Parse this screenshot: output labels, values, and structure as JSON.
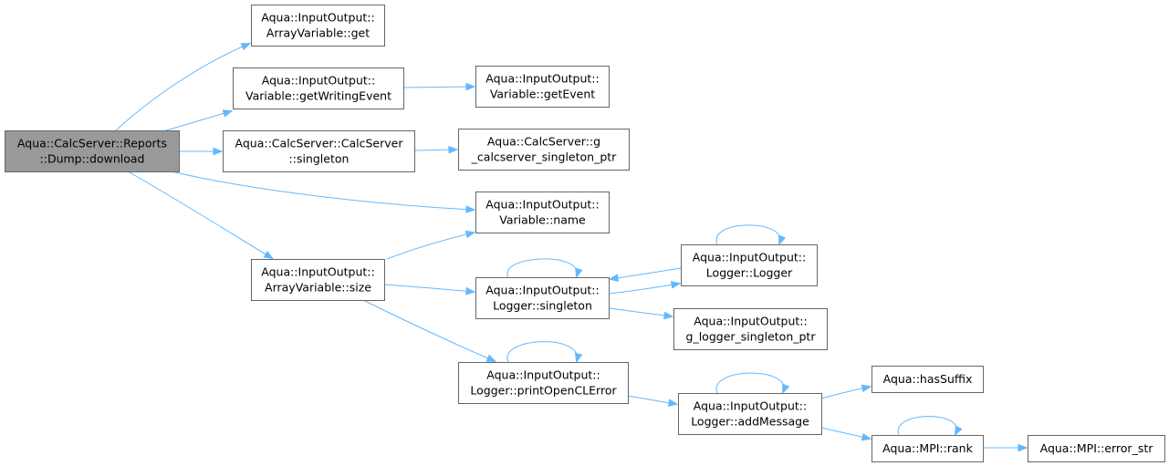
{
  "nodes": [
    {
      "id": "root",
      "lines": [
        "Aqua::CalcServer::Reports",
        "::Dump::download"
      ],
      "root": true
    },
    {
      "id": "av_get",
      "lines": [
        "Aqua::InputOutput::",
        "ArrayVariable::get"
      ]
    },
    {
      "id": "v_getwriting",
      "lines": [
        "Aqua::InputOutput::",
        "Variable::getWritingEvent"
      ]
    },
    {
      "id": "v_getevent",
      "lines": [
        "Aqua::InputOutput::",
        "Variable::getEvent"
      ]
    },
    {
      "id": "cs_singleton",
      "lines": [
        "Aqua::CalcServer::CalcServer",
        "::singleton"
      ]
    },
    {
      "id": "cs_ptr",
      "lines": [
        "Aqua::CalcServer::g",
        "_calcserver_singleton_ptr"
      ]
    },
    {
      "id": "v_name",
      "lines": [
        "Aqua::InputOutput::",
        "Variable::name"
      ]
    },
    {
      "id": "av_size",
      "lines": [
        "Aqua::InputOutput::",
        "ArrayVariable::size"
      ]
    },
    {
      "id": "lg_logger",
      "lines": [
        "Aqua::InputOutput::",
        "Logger::Logger"
      ]
    },
    {
      "id": "lg_singleton",
      "lines": [
        "Aqua::InputOutput::",
        "Logger::singleton"
      ]
    },
    {
      "id": "lg_ptr",
      "lines": [
        "Aqua::InputOutput::",
        "g_logger_singleton_ptr"
      ]
    },
    {
      "id": "lg_printcl",
      "lines": [
        "Aqua::InputOutput::",
        "Logger::printOpenCLError"
      ]
    },
    {
      "id": "lg_addmsg",
      "lines": [
        "Aqua::InputOutput::",
        "Logger::addMessage"
      ]
    },
    {
      "id": "hassuffix",
      "lines": [
        "Aqua::hasSuffix"
      ]
    },
    {
      "id": "mpi_rank",
      "lines": [
        "Aqua::MPI::rank"
      ]
    },
    {
      "id": "mpi_err",
      "lines": [
        "Aqua::MPI::error_str"
      ]
    }
  ],
  "edges": [
    [
      "root",
      "av_get"
    ],
    [
      "root",
      "v_getwriting"
    ],
    [
      "root",
      "cs_singleton"
    ],
    [
      "root",
      "v_name"
    ],
    [
      "root",
      "av_size"
    ],
    [
      "v_getwriting",
      "v_getevent"
    ],
    [
      "cs_singleton",
      "cs_ptr"
    ],
    [
      "av_size",
      "v_name"
    ],
    [
      "av_size",
      "lg_singleton"
    ],
    [
      "av_size",
      "lg_printcl"
    ],
    [
      "lg_singleton",
      "lg_singleton"
    ],
    [
      "lg_singleton",
      "lg_logger"
    ],
    [
      "lg_singleton",
      "lg_ptr"
    ],
    [
      "lg_logger",
      "lg_logger"
    ],
    [
      "lg_logger",
      "lg_singleton"
    ],
    [
      "lg_printcl",
      "lg_printcl"
    ],
    [
      "lg_printcl",
      "lg_addmsg"
    ],
    [
      "lg_addmsg",
      "lg_addmsg"
    ],
    [
      "lg_addmsg",
      "hassuffix"
    ],
    [
      "lg_addmsg",
      "mpi_rank"
    ],
    [
      "mpi_rank",
      "mpi_rank"
    ],
    [
      "mpi_rank",
      "mpi_err"
    ]
  ],
  "colors": {
    "edge": "#63b8ff",
    "node_border": "#666666",
    "root_fill": "#999999"
  }
}
